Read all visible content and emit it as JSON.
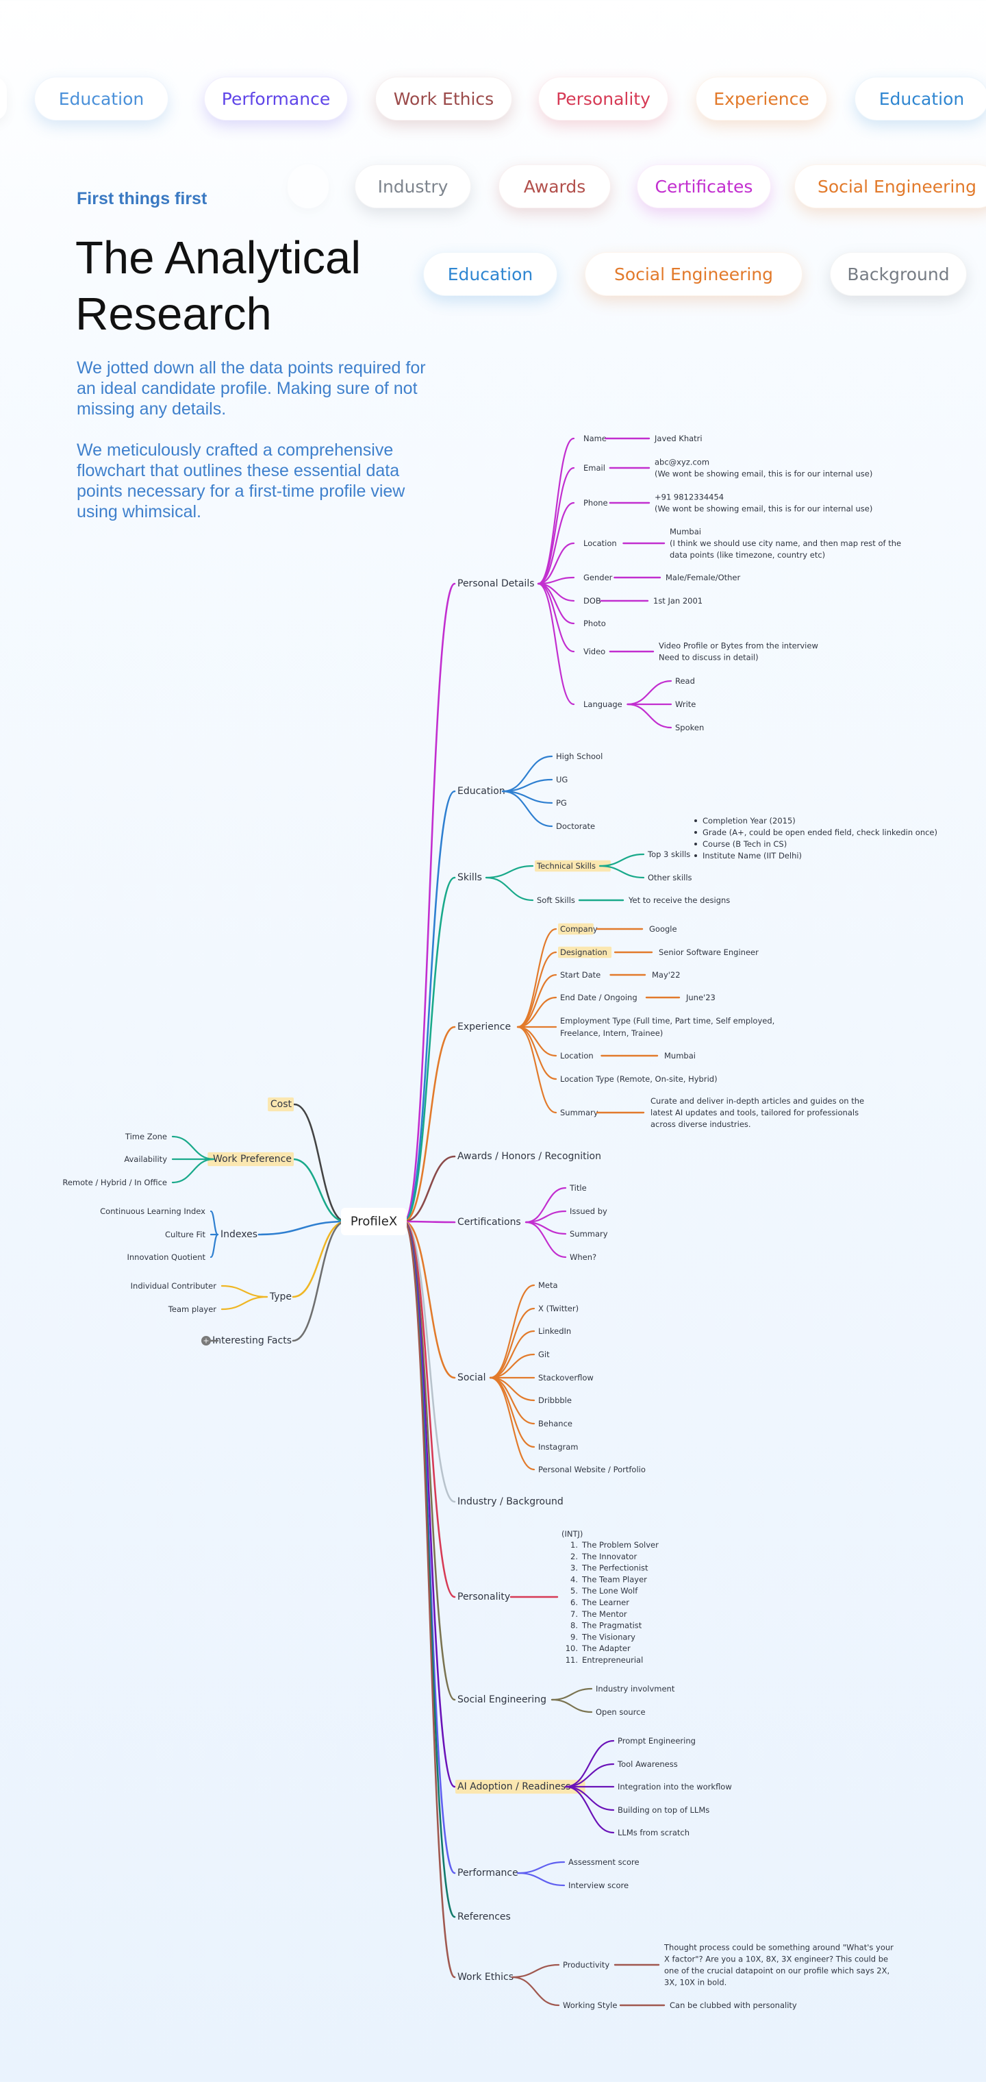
{
  "pills": [
    {
      "label": "Education",
      "color": "#4a90d9"
    },
    {
      "label": "Performance",
      "color": "#5f45e8"
    },
    {
      "label": "Work Ethics",
      "color": "#9b4a4a"
    },
    {
      "label": "Personality",
      "color": "#d63a55"
    },
    {
      "label": "Experience",
      "color": "#e27a2b"
    },
    {
      "label": "Education",
      "color": "#2f86d1"
    },
    {
      "label": "Industry",
      "color": "#7d848d"
    },
    {
      "label": "Awards",
      "color": "#b2504c"
    },
    {
      "label": "Certificates",
      "color": "#c22ecf"
    },
    {
      "label": "Social Engineering",
      "color": "#e27a2b"
    },
    {
      "label": "Education",
      "color": "#2f86d1"
    },
    {
      "label": "Social Engineering",
      "color": "#e27a2b"
    },
    {
      "label": "Background",
      "color": "#767c84"
    }
  ],
  "intro": {
    "eyebrow": "First things first",
    "title_line1": "The Analytical",
    "title_line2": "Research",
    "para1": "We jotted down all the data points required for an ideal candidate profile. Making sure of not missing any details.",
    "para2": "We meticulously crafted a comprehensive flowchart that outlines these essential data points necessary for a first-time profile view using whimsical."
  },
  "mindmap": {
    "root": "ProfileX",
    "highlight_color": "#fbe7b0",
    "left": [
      {
        "label": "Cost",
        "color": "#444444",
        "highlight": true
      },
      {
        "label": "Work Preference",
        "color": "#19a98a",
        "highlight": true,
        "children": [
          "Time Zone",
          "Availability",
          "Remote / Hybrid / In Office"
        ]
      },
      {
        "label": "Indexes",
        "color": "#2e7fd0",
        "children": [
          "Continuous Learning Index",
          "Culture Fit",
          "Innovation Quotient"
        ]
      },
      {
        "label": "Type",
        "color": "#efb624",
        "children": [
          "Individual Contributer",
          "Team player"
        ]
      },
      {
        "label": "Interesting Facts",
        "color": "#6f6f6f",
        "marker": "+"
      }
    ],
    "right": [
      {
        "label": "Personal Details",
        "color": "#c22ecf",
        "children": [
          {
            "label": "Name",
            "value": [
              "Javed Khatri"
            ]
          },
          {
            "label": "Email",
            "value": [
              "abc@xyz.com",
              "(We wont be showing email, this is for our internal use)"
            ]
          },
          {
            "label": "Phone",
            "value": [
              "+91 9812334454",
              "(We wont be showing email, this is for our internal use)"
            ]
          },
          {
            "label": "Location",
            "value": [
              "Mumbai",
              "(I think we should use city name, and then map rest of the",
              "data points (like timezone, country etc)"
            ]
          },
          {
            "label": "Gender",
            "value": [
              "Male/Female/Other"
            ]
          },
          {
            "label": "DOB",
            "value": [
              "1st Jan 2001"
            ]
          },
          {
            "label": "Photo"
          },
          {
            "label": "Video",
            "value": [
              "Video Profile or Bytes from the interview",
              "Need to discuss in detail)"
            ]
          },
          {
            "label": "Language",
            "children": [
              "Read",
              "Write",
              "Spoken"
            ]
          }
        ]
      },
      {
        "label": "Education",
        "color": "#2e7fd0",
        "children": [
          {
            "label": "High School"
          },
          {
            "label": "UG"
          },
          {
            "label": "PG"
          },
          {
            "label": "Doctorate"
          }
        ]
      },
      {
        "label": "Skills",
        "color": "#19a98a",
        "children": [
          {
            "label": "Technical Skills",
            "highlight": true,
            "children": [
              "Top 3 skills",
              "Other skills"
            ],
            "notes": [
              "Completion Year (2015)",
              "Grade (A+, could be open ended field, check linkedin once)",
              "Course (B Tech in CS)",
              "Institute Name (IIT Delhi)"
            ]
          },
          {
            "label": "Soft Skills",
            "value": [
              "Yet to receive the designs"
            ]
          }
        ]
      },
      {
        "label": "Experience",
        "color": "#e27a2b",
        "children": [
          {
            "label": "Company",
            "highlight": true,
            "value": [
              "Google"
            ]
          },
          {
            "label": "Designation",
            "highlight": true,
            "value": [
              "Senior Software Engineer"
            ]
          },
          {
            "label": "Start Date",
            "value": [
              "May'22"
            ]
          },
          {
            "label": "End Date / Ongoing",
            "value": [
              "June'23"
            ]
          },
          {
            "label": "Employment Type (Full time, Part time, Self employed,",
            "label2": "Freelance, Intern, Trainee)"
          },
          {
            "label": "Location",
            "value": [
              "Mumbai"
            ]
          },
          {
            "label": "Location Type (Remote, On-site, Hybrid)"
          },
          {
            "label": "Summary",
            "value": [
              "Curate and deliver in-depth articles and guides on the",
              "latest AI updates and tools, tailored for professionals",
              "across diverse industries."
            ]
          }
        ]
      },
      {
        "label": "Awards / Honors / Recognition",
        "color": "#8b4a4a"
      },
      {
        "label": "Certifications",
        "color": "#c22ecf",
        "children": [
          {
            "label": "Title"
          },
          {
            "label": "Issued by"
          },
          {
            "label": "Summary"
          },
          {
            "label": "When?"
          }
        ]
      },
      {
        "label": "Social",
        "color": "#e27a2b",
        "children": [
          {
            "label": "Meta"
          },
          {
            "label": "X (Twitter)"
          },
          {
            "label": "LinkedIn"
          },
          {
            "label": "Git"
          },
          {
            "label": "Stackoverflow"
          },
          {
            "label": "Dribbble"
          },
          {
            "label": "Behance"
          },
          {
            "label": "Instagram"
          },
          {
            "label": "Personal Website / Portfolio"
          }
        ]
      },
      {
        "label": "Industry / Background",
        "color": "#b8c3cc"
      },
      {
        "label": "Personality",
        "color": "#d63a55",
        "list_title": "(INTJ)",
        "list": [
          "The Problem Solver",
          "The Innovator",
          "The Perfectionist",
          "The Team Player",
          "The Lone Wolf",
          "The Learner",
          "The Mentor",
          "The Pragmatist",
          "The Visionary",
          "The Adapter",
          "Entrepreneurial"
        ]
      },
      {
        "label": "Social Engineering",
        "color": "#7a7350",
        "children": [
          {
            "label": "Industry involvment"
          },
          {
            "label": "Open source"
          }
        ]
      },
      {
        "label": "AI Adoption / Readiness",
        "color": "#6a12b8",
        "highlight": true,
        "children": [
          {
            "label": "Prompt Engineering"
          },
          {
            "label": "Tool Awareness"
          },
          {
            "label": "Integration into the workflow"
          },
          {
            "label": "Building on top of LLMs"
          },
          {
            "label": "LLMs from scratch"
          }
        ]
      },
      {
        "label": "Performance",
        "color": "#5f5ff0",
        "children": [
          {
            "label": "Assessment score"
          },
          {
            "label": "Interview score"
          }
        ]
      },
      {
        "label": "References",
        "color": "#127a6a"
      },
      {
        "label": "Work Ethics",
        "color": "#a0584f",
        "children": [
          {
            "label": "Productivity",
            "value": [
              "Thought process could be something around \"What's your",
              "X factor\"? Are you a 10X, 8X, 3X engineer? This could be",
              "one of the crucial datapoint on our profile which says 2X,",
              "3X, 10X in bold."
            ]
          },
          {
            "label": "Working Style",
            "value": [
              "Can be clubbed with personality"
            ]
          }
        ]
      }
    ]
  }
}
